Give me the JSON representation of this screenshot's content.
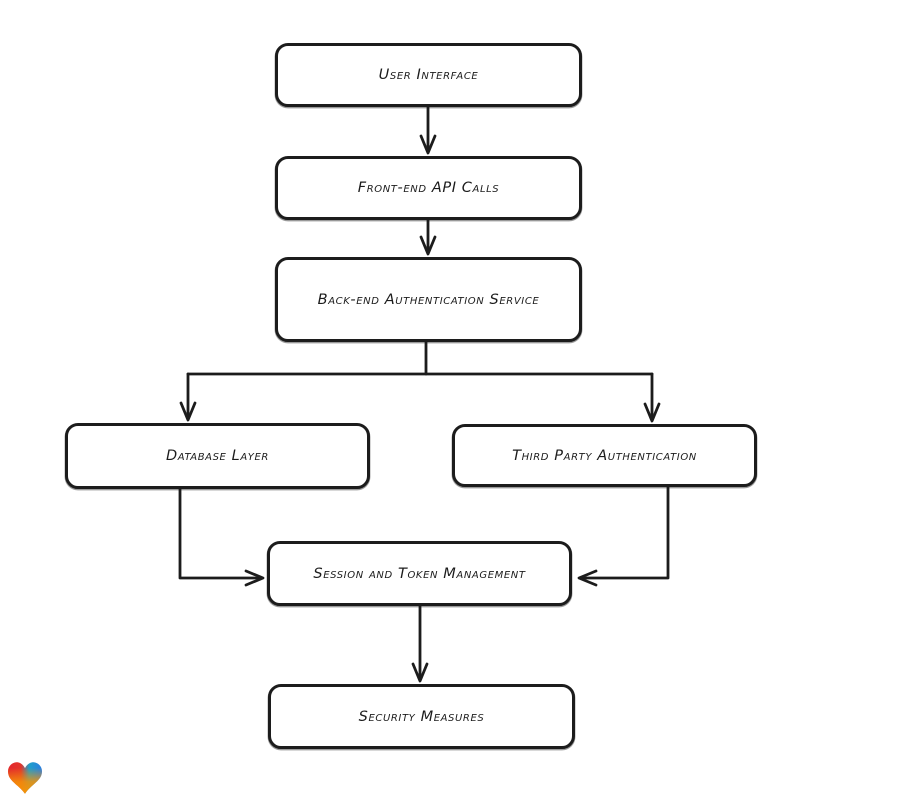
{
  "diagram": {
    "type": "flowchart",
    "style": "hand-drawn",
    "background_color": "#ffffff",
    "stroke_color": "#1c1c1c",
    "node_fill_color": "#ffffff",
    "nodes": [
      {
        "id": "user-interface",
        "label": "User Interface"
      },
      {
        "id": "front-end-api-calls",
        "label": "Front-end API Calls"
      },
      {
        "id": "back-end-authentication-service",
        "label": "Back-end Authentication Service"
      },
      {
        "id": "database-layer",
        "label": "Database Layer"
      },
      {
        "id": "third-party-authentication",
        "label": "Third Party Authentication"
      },
      {
        "id": "session-and-token-management",
        "label": "Session and Token Management"
      },
      {
        "id": "security-measures",
        "label": "Security Measures"
      }
    ],
    "edges": [
      {
        "from": "user-interface",
        "to": "front-end-api-calls"
      },
      {
        "from": "front-end-api-calls",
        "to": "back-end-authentication-service"
      },
      {
        "from": "back-end-authentication-service",
        "to": "database-layer"
      },
      {
        "from": "back-end-authentication-service",
        "to": "third-party-authentication"
      },
      {
        "from": "database-layer",
        "to": "session-and-token-management"
      },
      {
        "from": "third-party-authentication",
        "to": "session-and-token-management"
      },
      {
        "from": "session-and-token-management",
        "to": "security-measures"
      }
    ]
  },
  "branding": {
    "logo": "heart-logo",
    "colors": {
      "red": "#e3262d",
      "orange": "#f59306",
      "blue": "#2a7de1",
      "cyan": "#1fb0c9"
    }
  }
}
